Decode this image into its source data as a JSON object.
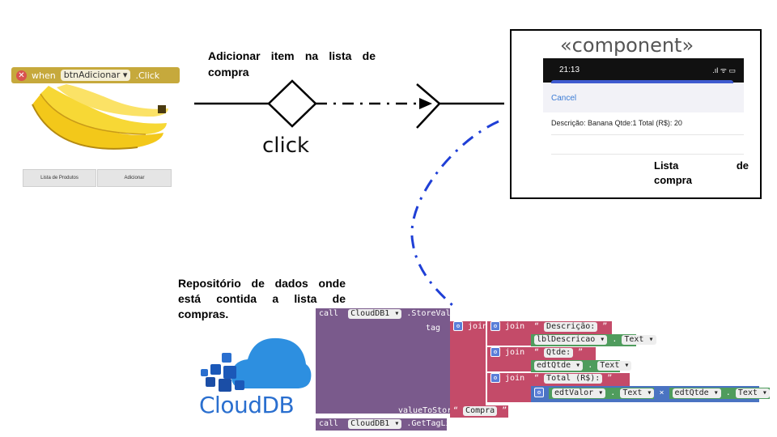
{
  "when_block": {
    "when": "when",
    "component": "btnAdicionar",
    "event": ".Click"
  },
  "app_buttons": {
    "lista": "Lista de Produtos",
    "adicionar": "Adicionar"
  },
  "arrow_label": "Adicionar item na lista de compra",
  "click_label": "click",
  "component_box": {
    "title": "«component»",
    "time": "21:13",
    "cancel": "Cancel",
    "description": "Descrição: Banana  Qtde:1  Total (R$):  20",
    "label_line1_a": "Lista",
    "label_line1_b": "de",
    "label_line2": "compra"
  },
  "repo_text": "Repositório de dados onde está contida a lista de compras.",
  "cloud": {
    "brand": "CloudDB",
    "brand_color": "#2a6fcf"
  },
  "blocks": {
    "call": "call",
    "cloud_comp": "CloudDB1",
    "store_value": ".StoreValue",
    "tag": "tag",
    "join": "join",
    "descricao_str": "Descrição:",
    "lbl_descricao": "lblDescricao",
    "text": "Text",
    "qtde_str": "Qtde:",
    "edt_qtde": "edtQtde",
    "total_str": "Total  (R$):",
    "edt_valor": "edtValor",
    "times": "×",
    "value_to_store": "valueToStore",
    "compra_str": "Compra",
    "get_tag_list": ".GetTagList"
  }
}
